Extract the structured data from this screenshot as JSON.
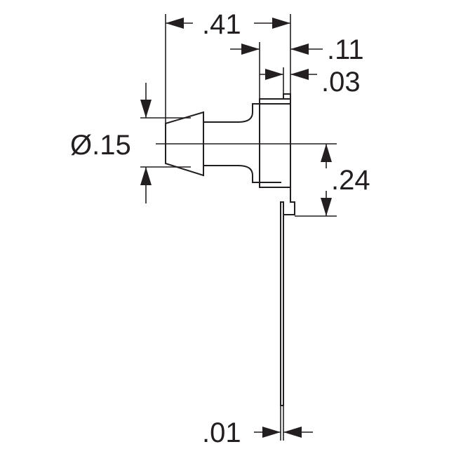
{
  "colors": {
    "ink": "#231f20",
    "background": "#ffffff"
  },
  "dimensions": {
    "overall_length": ".41",
    "flange_thickness": ".11",
    "terminal_thickness_top": ".03",
    "barb_diameter": "Ø.15",
    "terminal_height": ".24",
    "terminal_thickness_bottom": ".01"
  }
}
